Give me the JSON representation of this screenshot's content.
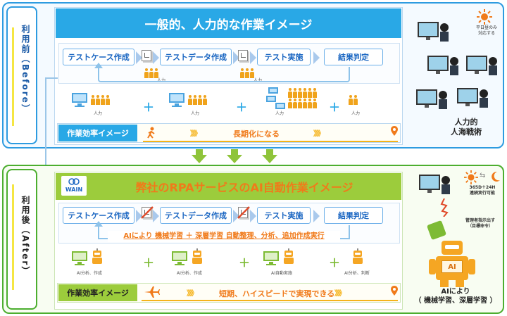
{
  "before": {
    "side_label": "利用前（Before）",
    "title": "一般的、人力的な作業イメージ",
    "steps": [
      "テストケース作成",
      "テストデータ作成",
      "テスト実施",
      "結果判定"
    ],
    "human_label": "人力",
    "efficiency_label": "作業効率イメージ",
    "efficiency_text": "長期化になる",
    "right_note": "平日昼のみ\n対応する",
    "right_caption": "人力的\n人海戦術",
    "colors": {
      "frame": "#2d9be0",
      "title_bg": "#29a8e6",
      "side_bg": "#ffffff"
    }
  },
  "after": {
    "side_label": "利用後（After）",
    "logo": "WAIN",
    "title": "弊社のRPAサービスのAI自動作業イメージ",
    "steps": [
      "テストケース作成",
      "テストデータ作成",
      "テスト実施",
      "結果判定"
    ],
    "ai_banner": "AIにより 機械学習 ＋ 深層学習 自動整理、分析、追加作成実行",
    "pc_labels": [
      "AI分析、作成",
      "AI分析、作成",
      "AI自動実施",
      "AI分析、判断"
    ],
    "efficiency_label": "作業効率イメージ",
    "efficiency_text": "短期、ハイスピードで実現できる",
    "right_note": "365D＋24H\n連続実行可能",
    "manager_note": "管理者指示出す\n（目標命令）",
    "robot_label": "AI",
    "right_caption": "AIにより\n（ 機械学習、深層学習 ）",
    "colors": {
      "frame": "#4cae2f",
      "title_bg": "#9ccc3c",
      "accent": "#f07a1a"
    }
  },
  "icons": [
    "sun-icon",
    "moon-icon",
    "walking-person-icon",
    "airplane-icon",
    "location-pin-icon",
    "robot-icon",
    "computer-icon",
    "people-icon",
    "document-check-icon",
    "signal-icon"
  ]
}
